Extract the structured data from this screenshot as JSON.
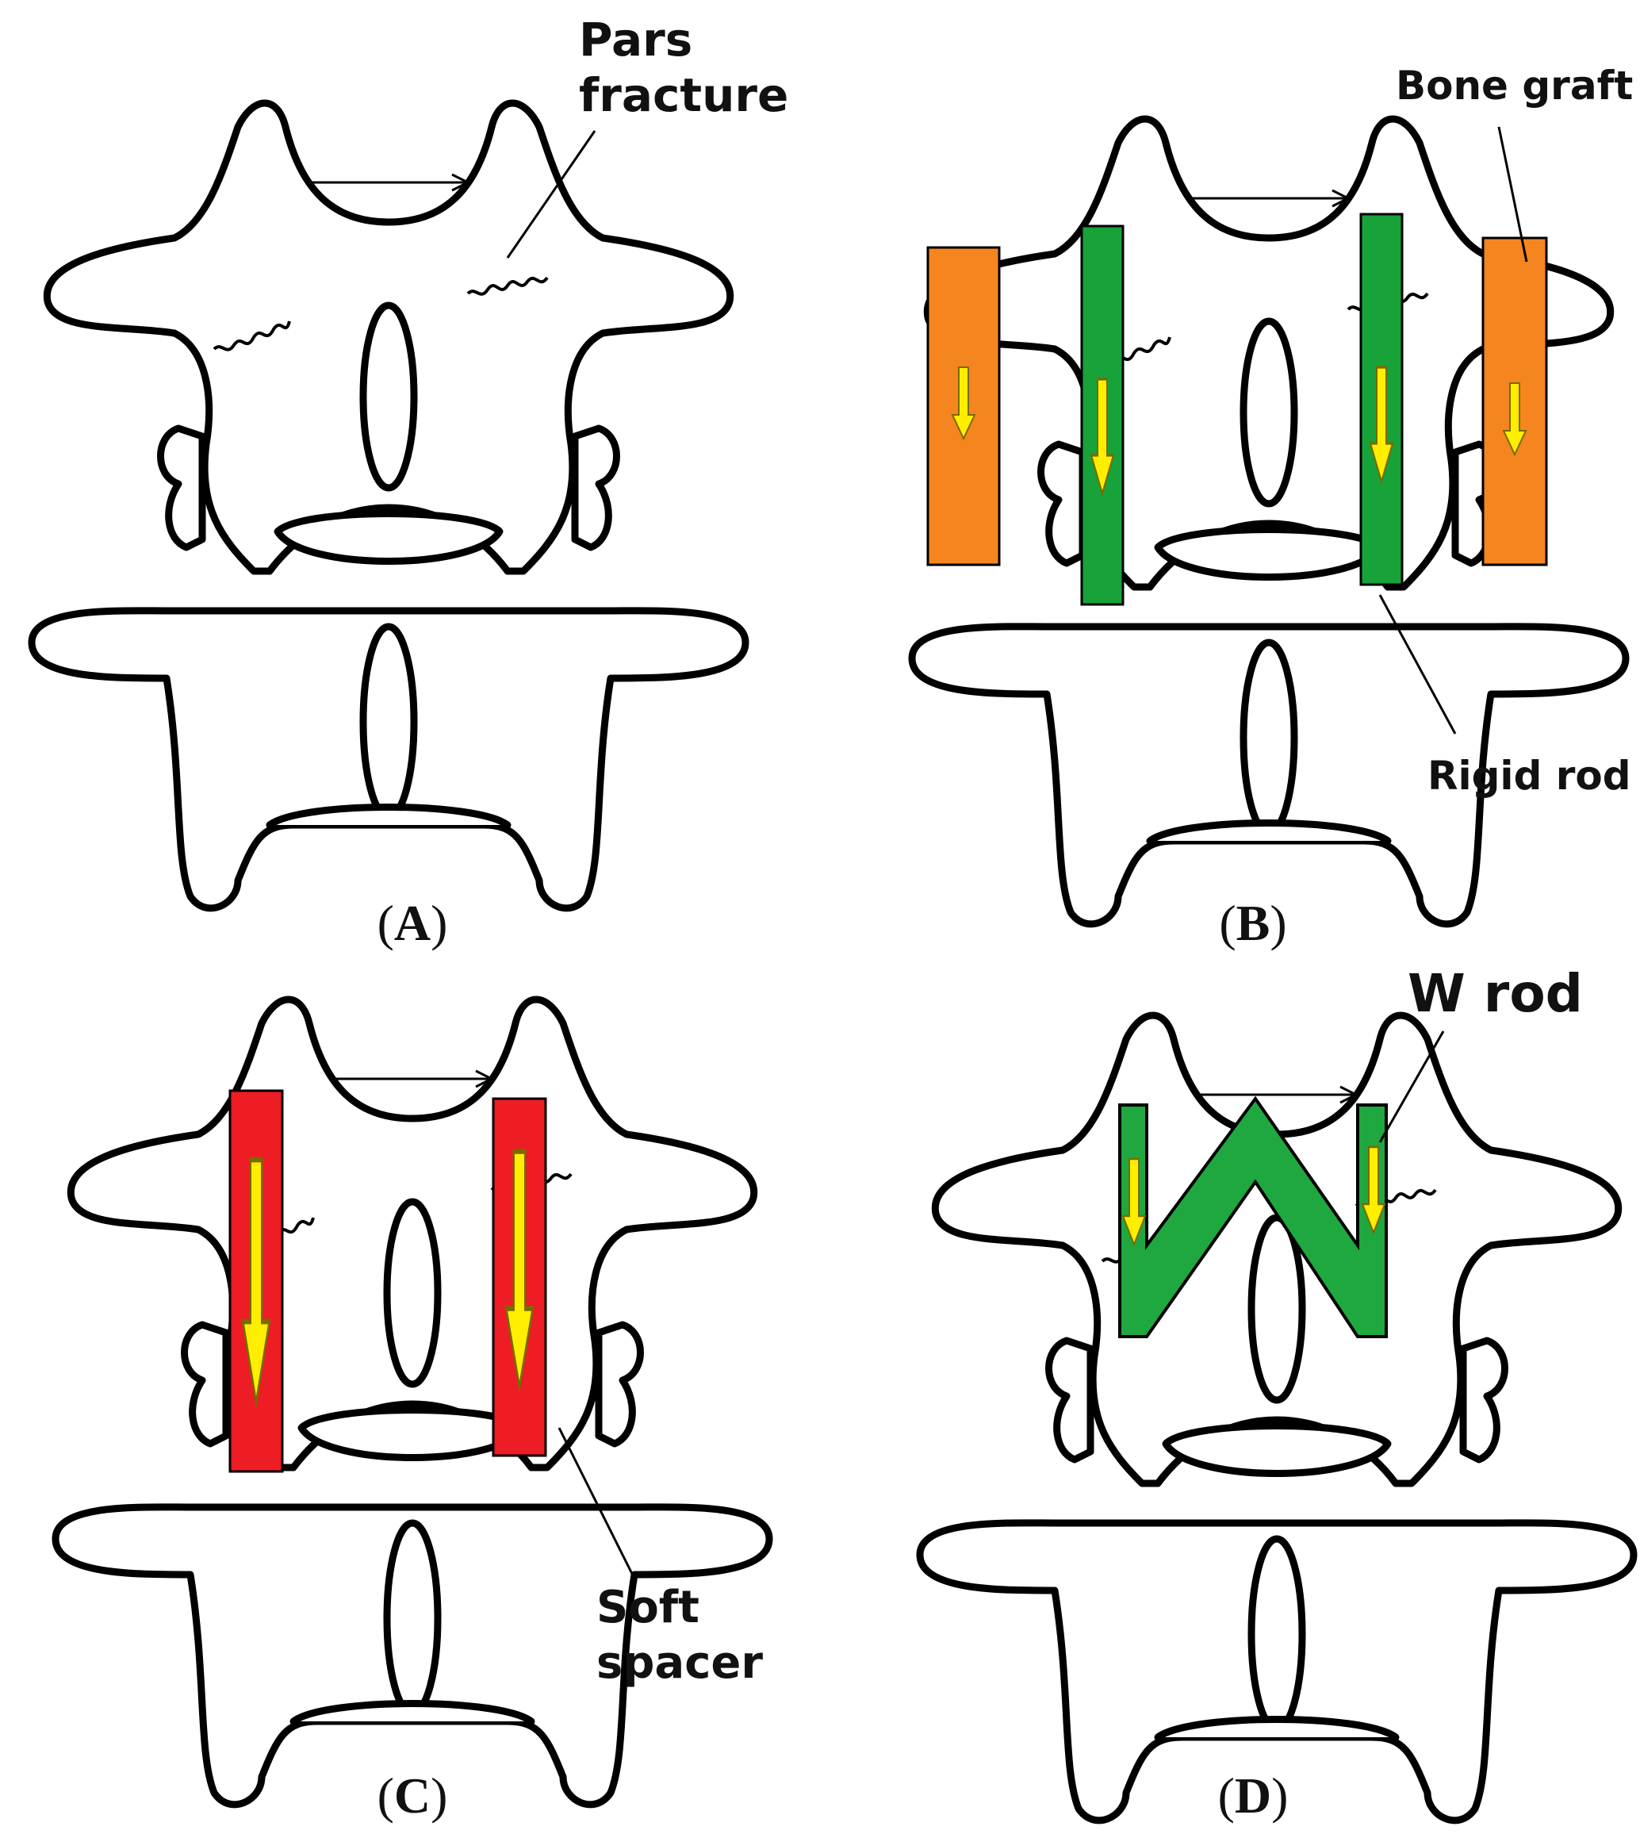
{
  "panels": [
    {
      "id": "A",
      "caption_open": "(",
      "caption_letter": "A",
      "caption_close": ")",
      "labels": [
        {
          "key": "pars_line1",
          "text": "Pars"
        },
        {
          "key": "pars_line2",
          "text": "fracture"
        }
      ]
    },
    {
      "id": "B",
      "caption_open": "(",
      "caption_letter": "B",
      "caption_close": ")",
      "labels": [
        {
          "key": "bone_graft",
          "text": "Bone graft"
        },
        {
          "key": "rigid_rod",
          "text": "Rigid rod"
        }
      ]
    },
    {
      "id": "C",
      "caption_open": "(",
      "caption_letter": "C",
      "caption_close": ")",
      "labels": [
        {
          "key": "soft_line1",
          "text": "Soft"
        },
        {
          "key": "soft_line2",
          "text": "spacer"
        }
      ]
    },
    {
      "id": "D",
      "caption_open": "(",
      "caption_letter": "D",
      "caption_close": ")",
      "labels": [
        {
          "key": "w_rod",
          "text": "W rod"
        }
      ]
    }
  ],
  "colors": {
    "bone_graft": "#f5851f",
    "rigid_rod": "#17a23a",
    "soft_spacer": "#ee1c24",
    "w_rod": "#1fa83f",
    "load_arrow": "#ffee00",
    "outline": "#000000"
  }
}
